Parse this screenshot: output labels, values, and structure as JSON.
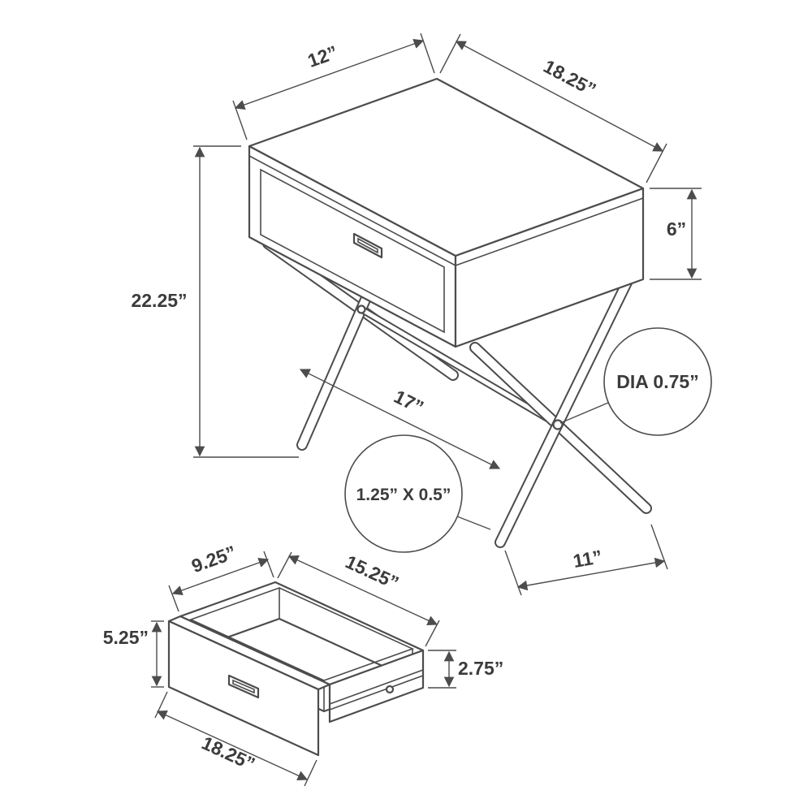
{
  "colors": {
    "line": "#4c4c4e",
    "text": "#3b3b3d",
    "background": "#ffffff"
  },
  "table_view": {
    "labels": {
      "top_depth": "12”",
      "top_width": "18.25”",
      "drawer_height": "6”",
      "overall_height": "22.25”",
      "stretcher": "17”",
      "dia_callout": "DIA 0.75”",
      "profile_callout": "1.25” X 0.5”",
      "base_depth": "11”"
    }
  },
  "drawer_view": {
    "labels": {
      "side_depth": "9.25”",
      "back_width": "15.25”",
      "front_height": "5.25”",
      "side_height": "2.75”",
      "front_width": "18.25”"
    }
  }
}
